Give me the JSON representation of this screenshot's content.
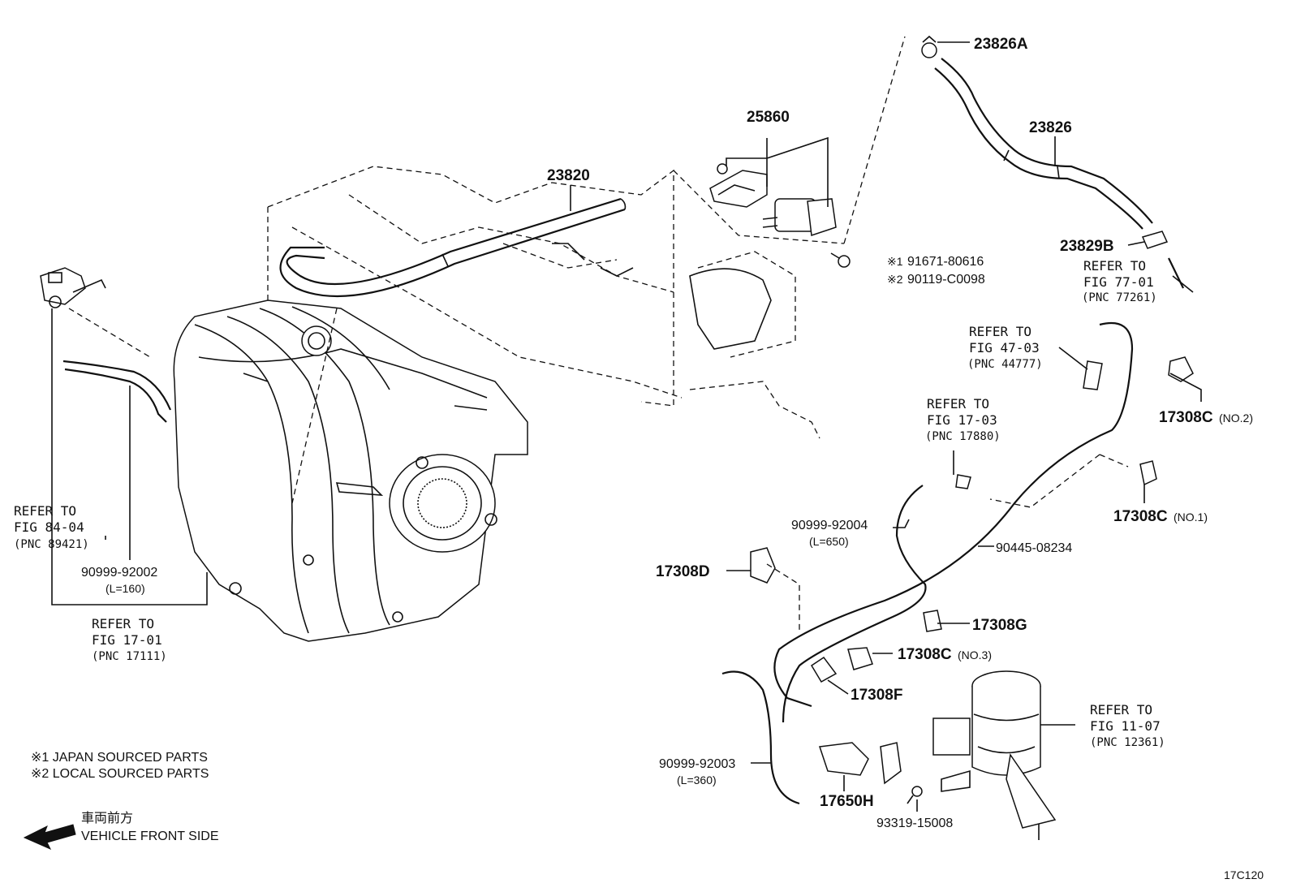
{
  "parts": {
    "p23826A": "23826A",
    "p23826": "23826",
    "p25860": "25860",
    "p23820": "23820",
    "p23829B": "23829B",
    "s1_pn": "91671-80616",
    "s2_pn": "90119-C0098",
    "p17308C_no2": "17308C",
    "p17308C_no1": "17308C",
    "p17308C_no3": "17308C",
    "p17308D": "17308D",
    "p17308G": "17308G",
    "p17308F": "17308F",
    "p17650H": "17650H",
    "p93319": "93319-15008",
    "p90999_92004": "90999-92004",
    "p90445": "90445-08234",
    "p90999_92003": "90999-92003",
    "p90999_92002": "90999-92002"
  },
  "qualifiers": {
    "no2": "(NO.2)",
    "no1": "(NO.1)",
    "no3": "(NO.3)",
    "l650": "(L=650)",
    "l360": "(L=360)",
    "l160": "(L=160)"
  },
  "markers": {
    "s1": "※1",
    "s2": "※2"
  },
  "refs": {
    "fig77": {
      "line1": "REFER TO",
      "line2": "FIG 77-01",
      "line3": "(PNC 77261)"
    },
    "fig47": {
      "line1": "REFER TO",
      "line2": "FIG 47-03",
      "line3": "(PNC 44777)"
    },
    "fig17_03": {
      "line1": "REFER TO",
      "line2": "FIG 17-03",
      "line3": "(PNC 17880)"
    },
    "fig84": {
      "line1": "REFER TO",
      "line2": "FIG 84-04",
      "line3": "(PNC 89421)"
    },
    "fig17_01": {
      "line1": "REFER TO",
      "line2": "FIG 17-01",
      "line3": "(PNC 17111)"
    },
    "fig11": {
      "line1": "REFER TO",
      "line2": "FIG 11-07",
      "line3": "(PNC 12361)"
    }
  },
  "legend": {
    "japan": "※1  JAPAN SOURCED PARTS",
    "local": "※2  LOCAL SOURCED PARTS"
  },
  "front": {
    "jp": "車両前方",
    "en": "VEHICLE FRONT SIDE"
  },
  "figure_id": "17C120",
  "icons": [
    "front-direction-arrow-icon"
  ]
}
